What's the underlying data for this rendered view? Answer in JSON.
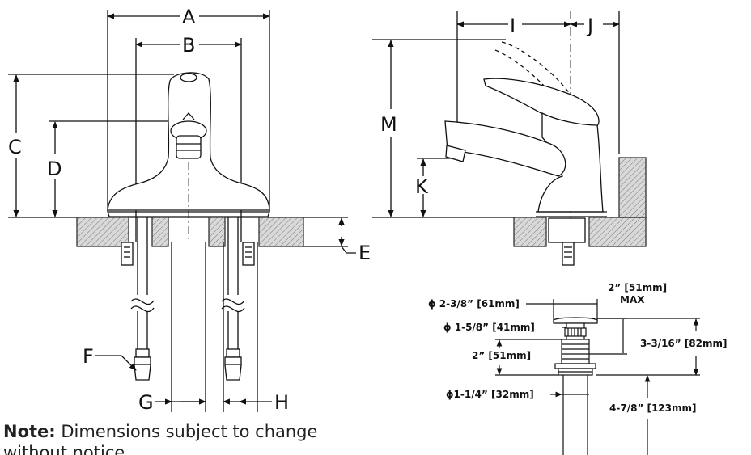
{
  "left_view": {
    "labels": {
      "a": "A",
      "b": "B",
      "c": "C",
      "d": "D",
      "e": "E",
      "f": "F",
      "g": "G",
      "h": "H"
    }
  },
  "side_view": {
    "labels": {
      "i": "I",
      "j": "J",
      "k": "K",
      "m": "M"
    }
  },
  "drain_view": {
    "dims": {
      "d1": "ϕ 2-3/8” [61mm]",
      "d2": "ϕ 1-5/8” [41mm]",
      "d3": "2” [51mm]",
      "d4": "ϕ1-1/4” [32mm]",
      "d5a": "2” [51mm]",
      "d5b": "MAX",
      "d6": "3-3/16” [82mm]",
      "d7": "4-7/8” [123mm]"
    }
  },
  "note": {
    "label": "Note:",
    "text": " Dimensions subject to change without notice."
  }
}
